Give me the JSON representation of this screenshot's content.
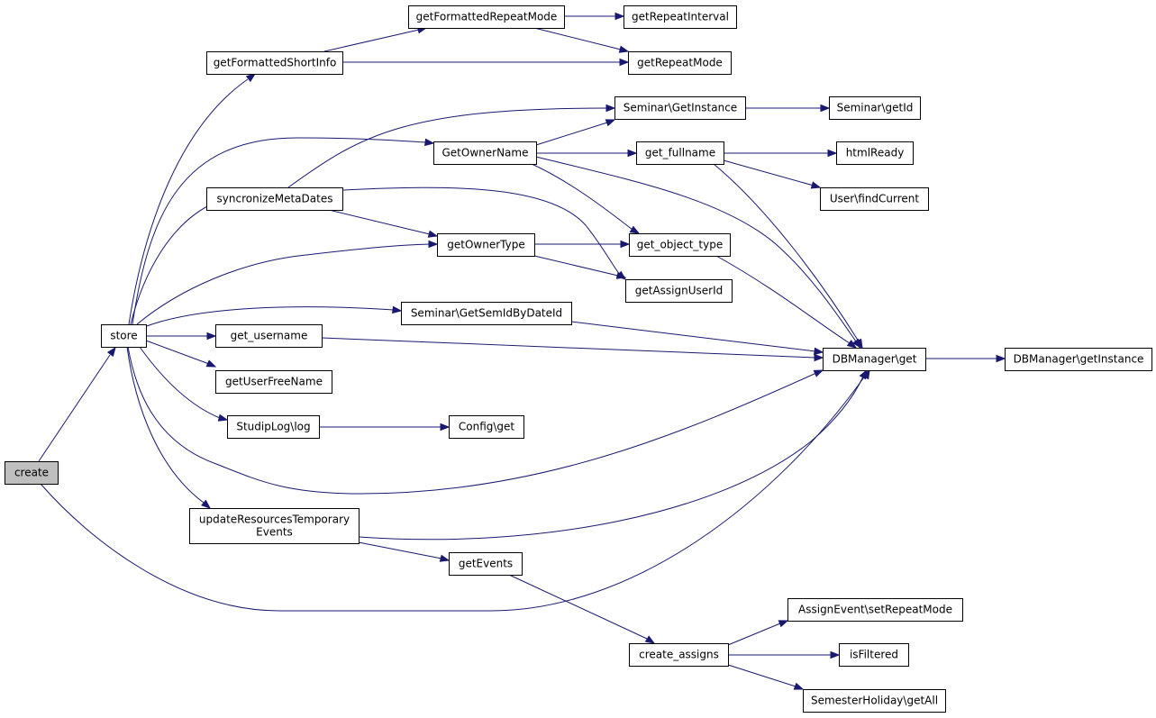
{
  "nodes": {
    "create": [
      "create"
    ],
    "store": [
      "store"
    ],
    "getFormattedShortInfo": [
      "getFormattedShortInfo"
    ],
    "getFormattedRepeatMode": [
      "getFormattedRepeatMode"
    ],
    "getRepeatInterval": [
      "getRepeatInterval"
    ],
    "getRepeatMode": [
      "getRepeatMode"
    ],
    "seminarGetInstance": [
      "Seminar\\GetInstance"
    ],
    "seminarGetId": [
      "Seminar\\getId"
    ],
    "getOwnerName": [
      "GetOwnerName"
    ],
    "getFullname": [
      "get_fullname"
    ],
    "htmlReady": [
      "htmlReady"
    ],
    "userFindCurrent": [
      "User\\findCurrent"
    ],
    "syncronizeMetaDates": [
      "syncronizeMetaDates"
    ],
    "getOwnerType": [
      "getOwnerType"
    ],
    "getObjectType": [
      "get_object_type"
    ],
    "getAssignUserId": [
      "getAssignUserId"
    ],
    "seminarGetSemIdByDateId": [
      "Seminar\\GetSemIdByDateId"
    ],
    "getUsername": [
      "get_username"
    ],
    "dbManagerGet": [
      "DBManager\\get"
    ],
    "dbManagerGetInstance": [
      "DBManager\\getInstance"
    ],
    "getUserFreeName": [
      "getUserFreeName"
    ],
    "studipLogLog": [
      "StudipLog\\log"
    ],
    "configGet": [
      "Config\\get"
    ],
    "updateResourcesTemporaryEvents": [
      "updateResourcesTemporary",
      "Events"
    ],
    "getEvents": [
      "getEvents"
    ],
    "assignEventSetRepeatMode": [
      "AssignEvent\\setRepeatMode"
    ],
    "createAssigns": [
      "create_assigns"
    ],
    "isFiltered": [
      "isFiltered"
    ],
    "semesterHolidayGetAll": [
      "SemesterHoliday\\getAll"
    ]
  },
  "colors": {
    "edge": "#191970",
    "node_border": "#000000",
    "node_fill": "#ffffff",
    "root_fill": "#bfbfbf"
  }
}
